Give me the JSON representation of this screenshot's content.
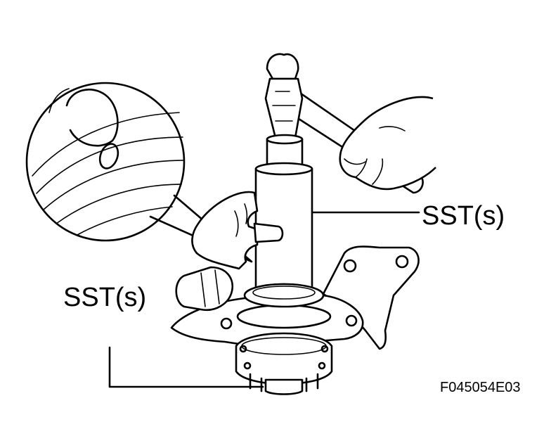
{
  "labels": {
    "sst_upper": "SST(s)",
    "sst_lower": "SST(s)",
    "figure_code": "F045054E03"
  },
  "colors": {
    "ink": "#000000",
    "background": "#ffffff"
  }
}
